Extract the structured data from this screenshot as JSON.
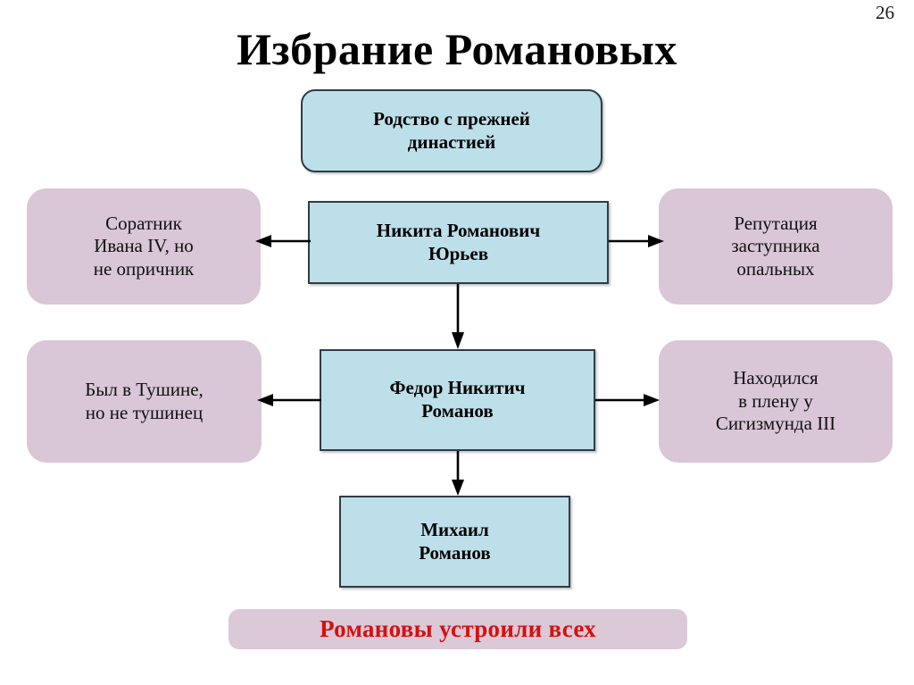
{
  "slide": {
    "page_number": "26",
    "title": "Избрание Романовых",
    "background_color": "#ffffff"
  },
  "colors": {
    "blue_fill": "#bddfe9",
    "blue_border": "#2f3c44",
    "pink_fill": "#d9c6d6",
    "conclusion_fill": "#dbc9d8",
    "conclusion_text": "#d51010",
    "arrow": "#000000",
    "text": "#000000"
  },
  "diagram": {
    "nodes": {
      "kinship": {
        "text": "Родство с прежней\nдинастией",
        "style": "blue-rounded"
      },
      "nikita": {
        "text": "Никита Романович\nЮрьев",
        "style": "blue-rect"
      },
      "nikita_left": {
        "text": "Соратник\nИвана IV, но\nне опричник",
        "style": "pink-rounded"
      },
      "nikita_right": {
        "text": "Репутация\nзаступника\nопальных",
        "style": "pink-rounded"
      },
      "fedor": {
        "text": "Федор Никитич\nРоманов",
        "style": "blue-rect"
      },
      "fedor_left": {
        "text": "Был в Тушине,\nно не тушинец",
        "style": "pink-rounded"
      },
      "fedor_right": {
        "text": "Находился\nв плену у\nСигизмунда III",
        "style": "pink-rounded"
      },
      "mikhail": {
        "text": "Михаил\nРоманов",
        "style": "blue-rect"
      },
      "conclusion": {
        "text": "Романовы устроили всех",
        "style": "pink-conclusion"
      }
    },
    "connectors": [
      {
        "name": "nikita-to-left",
        "direction": "left"
      },
      {
        "name": "nikita-to-right",
        "direction": "right"
      },
      {
        "name": "nikita-to-fedor",
        "direction": "down"
      },
      {
        "name": "fedor-to-left",
        "direction": "left"
      },
      {
        "name": "fedor-to-right",
        "direction": "right"
      },
      {
        "name": "fedor-to-mikhail",
        "direction": "down"
      }
    ]
  }
}
